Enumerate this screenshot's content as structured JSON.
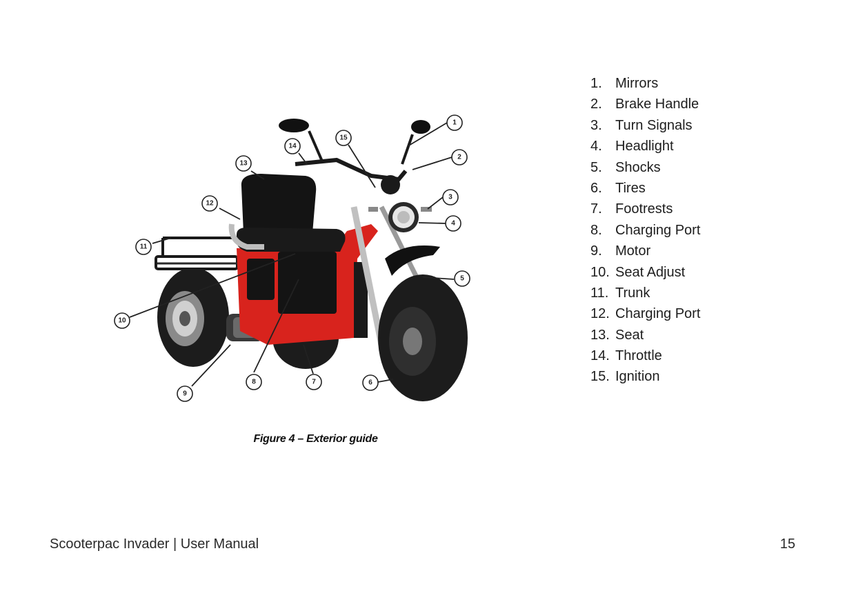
{
  "figure": {
    "caption": "Figure 4 – Exterior guide",
    "callouts": [
      "1",
      "2",
      "3",
      "4",
      "5",
      "6",
      "7",
      "8",
      "9",
      "10",
      "11",
      "12",
      "13",
      "14",
      "15"
    ]
  },
  "legend": {
    "items": [
      {
        "num": "1.",
        "label": "Mirrors"
      },
      {
        "num": "2.",
        "label": "Brake Handle"
      },
      {
        "num": "3.",
        "label": "Turn Signals"
      },
      {
        "num": "4.",
        "label": "Headlight"
      },
      {
        "num": "5.",
        "label": "Shocks"
      },
      {
        "num": "6.",
        "label": "Tires"
      },
      {
        "num": "7.",
        "label": "Footrests"
      },
      {
        "num": "8.",
        "label": "Charging Port"
      },
      {
        "num": "9.",
        "label": "Motor"
      },
      {
        "num": "10.",
        "label": "Seat Adjust"
      },
      {
        "num": "11.",
        "label": "Trunk"
      },
      {
        "num": "12.",
        "label": "Charging Port"
      },
      {
        "num": "13.",
        "label": "Seat"
      },
      {
        "num": "14.",
        "label": "Throttle"
      },
      {
        "num": "15.",
        "label": "Ignition"
      }
    ]
  },
  "footer": {
    "title": "Scooterpac Invader | User Manual",
    "page_number": "15"
  },
  "colors": {
    "frame": "#d8231d",
    "tire": "#1c1c1c",
    "seat": "#141414"
  }
}
